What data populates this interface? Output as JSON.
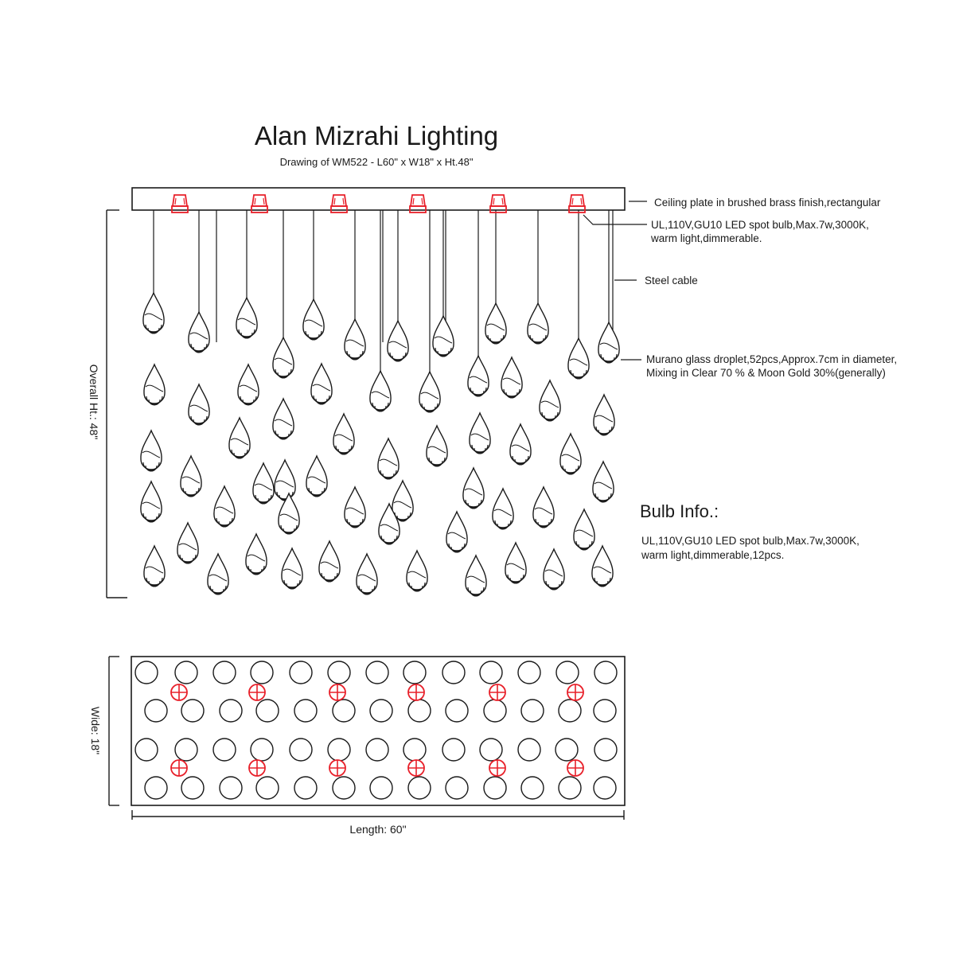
{
  "header": {
    "title": "Alan Mizrahi Lighting",
    "subtitle": "Drawing of WM522 - L60\" x W18\" x Ht.48\""
  },
  "callouts": {
    "ceiling_plate": "Ceiling plate in brushed brass finish,rectangular",
    "bulb_line1": "UL,110V,GU10 LED spot bulb,Max.7w,3000K,",
    "bulb_line2": "warm light,dimmerable.",
    "steel_cable": "Steel cable",
    "glass_line1": "Murano glass droplet,52pcs,Approx.7cm in diameter,",
    "glass_line2": "Mixing in Clear 70 % & Moon Gold 30%(generally)"
  },
  "bulb_info": {
    "heading": "Bulb Info.:",
    "line1": "UL,110V,GU10 LED spot bulb,Max.7w,3000K,",
    "line2": "warm light,dimmerable,12pcs."
  },
  "dimensions": {
    "overall_height": "Overall Ht.: 48\"",
    "wide": "Wide: 18\"",
    "length": "Length: 60\""
  },
  "colors": {
    "line": "#1a1a1a",
    "bulb": "#e8202a"
  },
  "counts": {
    "droplets": 52,
    "bulbs": 12
  }
}
